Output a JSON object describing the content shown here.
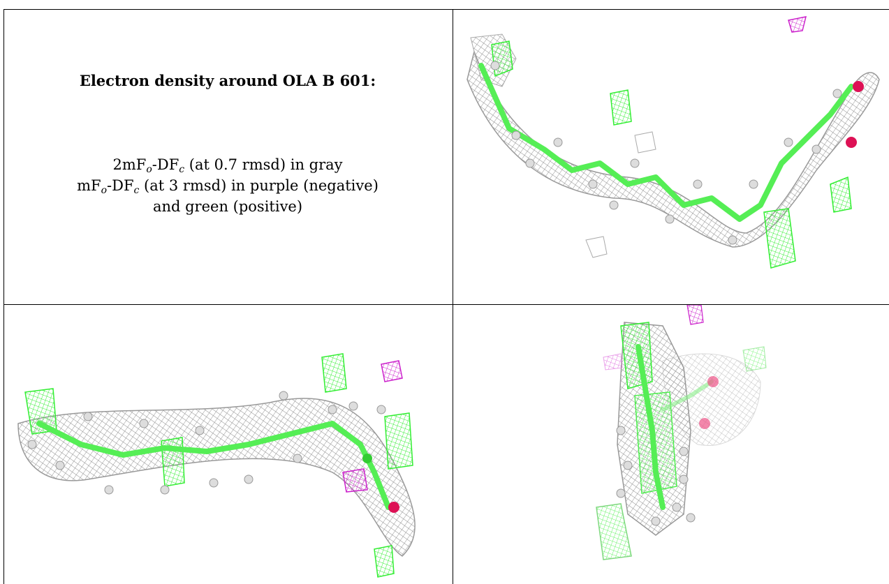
{
  "heading": "Electron density around OLA B 601:",
  "legend": {
    "line1_prefix": "2mF",
    "line1_sub_o": "o",
    "line1_mid": "-DF",
    "line1_sub_c": "c",
    "line1_suffix": " (at 0.7 rmsd) in gray",
    "line2_prefix": "mF",
    "line2_sub_o": "o",
    "line2_mid": "-DF",
    "line2_sub_c": "c",
    "line2_suffix": " (at 3 rmsd) in purple (negative)",
    "line3": "and green (positive)"
  },
  "colors": {
    "map_2fofc": "#8a8a8a",
    "map_negative": "#cc22cc",
    "map_positive": "#33ee33",
    "carbon": "#55ee55",
    "hydrogen": "#dddddd",
    "oxygen": "#dd1155"
  },
  "panels": [
    {
      "name": "view-top-right"
    },
    {
      "name": "view-bottom-left"
    },
    {
      "name": "view-bottom-right"
    }
  ]
}
